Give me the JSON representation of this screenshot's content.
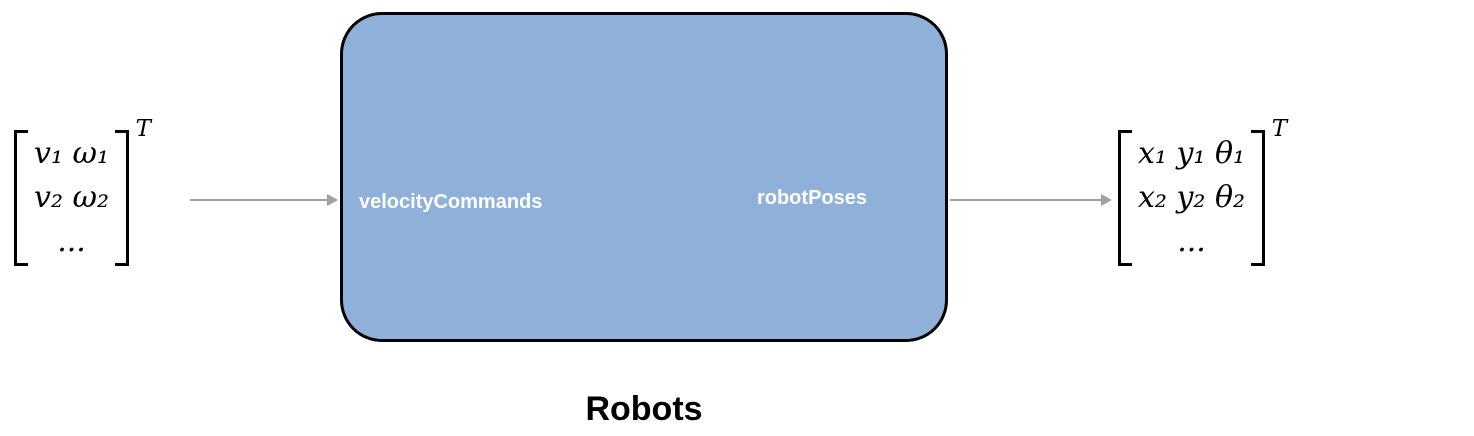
{
  "diagram": {
    "block": {
      "caption": "Robots",
      "input_port_label": "velocityCommands",
      "output_port_label": "robotPoses",
      "fill_color": "#8FB0D9",
      "border_color": "#000000"
    },
    "input_matrix": {
      "rows": [
        "v₁ ω₁",
        "v₂ ω₂",
        "..."
      ],
      "superscript": "T"
    },
    "output_matrix": {
      "rows": [
        "x₁ y₁ θ₁",
        "x₂ y₂ θ₂",
        "..."
      ],
      "superscript": "T"
    },
    "arrow_color": "#A0A0A0"
  }
}
